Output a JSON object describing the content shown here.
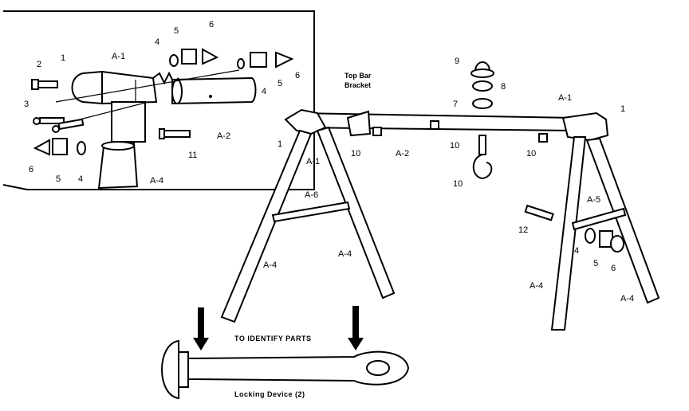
{
  "title_bracket": [
    "Top Bar",
    "Bracket"
  ],
  "caption": "TO IDENTIFY PARTS",
  "locking_label": "Locking Device (2)",
  "inset_labels": {
    "n1": "1",
    "n2": "2",
    "n3": "3",
    "a1": "A-1",
    "n4a": "4",
    "n5a": "5",
    "n6a": "6",
    "n6b": "6",
    "n5b": "5",
    "n4b": "4",
    "a2": "A-2",
    "a4": "A-4",
    "n11": "11",
    "n6c": "6",
    "n5c": "5",
    "n4c": "4"
  },
  "main_labels": {
    "n1l": "1",
    "a1l": "A-1",
    "a6": "A-6",
    "a4l1": "A-4",
    "a4l2": "A-4",
    "n10a": "10",
    "a2m": "A-2",
    "n10b": "10",
    "n9": "9",
    "n8": "8",
    "n7": "7",
    "n10c": "10",
    "a1r": "A-1",
    "n1r": "1",
    "n10d": "10",
    "a5": "A-5",
    "n12": "12",
    "n4": "4",
    "n5": "5",
    "n6": "6",
    "a4r1": "A-4",
    "a4r2": "A-4"
  }
}
